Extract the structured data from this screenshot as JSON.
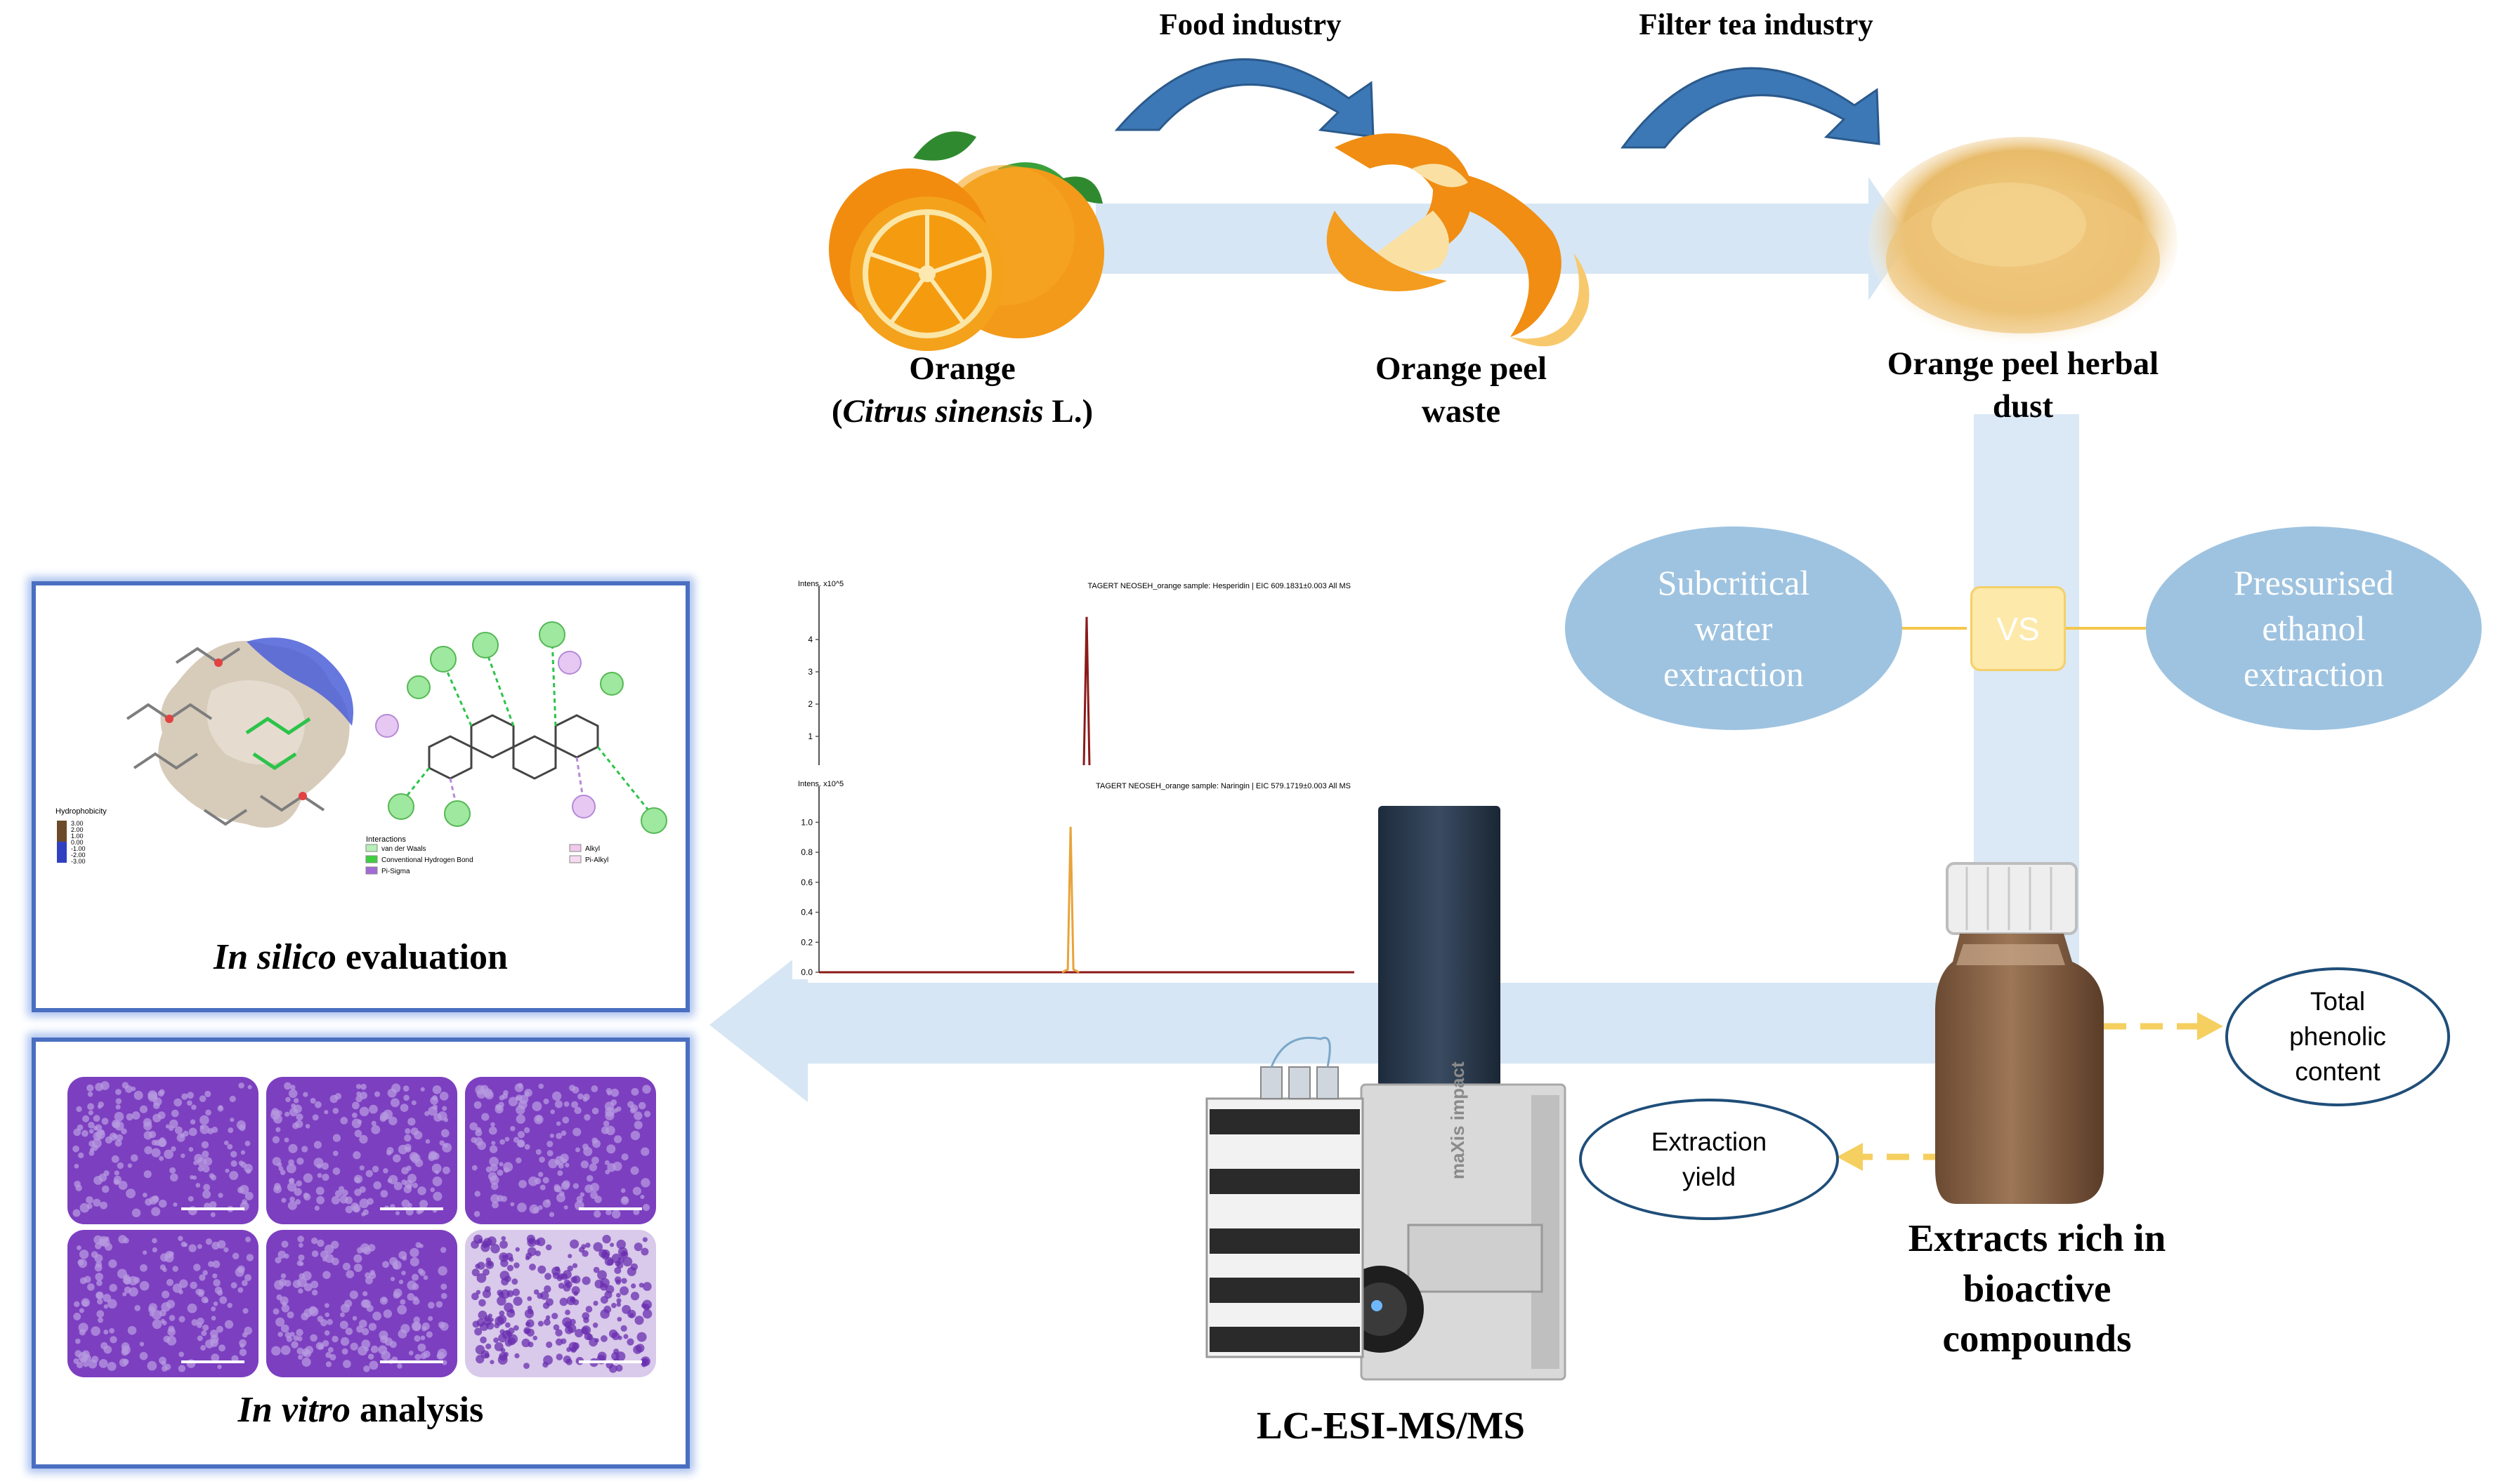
{
  "arrows": {
    "food_industry": "Food industry",
    "filter_tea_industry": "Filter tea industry"
  },
  "orange": {
    "line1": "Orange",
    "line2_open": "(",
    "line2_italic": "Citrus sinensis",
    "line2_close": " L.)"
  },
  "orange_peel_waste": {
    "line1": "Orange peel",
    "line2": "waste"
  },
  "orange_peel_dust": {
    "line1": "Orange peel herbal",
    "line2": "dust"
  },
  "extraction": {
    "subcritical": {
      "line1": "Subcritical",
      "line2": "water",
      "line3": "extraction"
    },
    "vs": "VS",
    "pressurised": {
      "line1": "Pressurised",
      "line2": "ethanol",
      "line3": "extraction"
    }
  },
  "extracts": {
    "line1": "Extracts rich in",
    "line2": "bioactive",
    "line3": "compounds"
  },
  "total_phenolic": {
    "line1": "Total",
    "line2": "phenolic",
    "line3": "content"
  },
  "extraction_yield": {
    "line1": "Extraction",
    "line2": "yield"
  },
  "instrument": {
    "label": "LC-ESI-MS/MS",
    "brand_text": "maXis impact"
  },
  "in_silico": {
    "italic": "In silico",
    "rest": " evaluation"
  },
  "in_vitro": {
    "italic": "In vitro",
    "rest": " analysis"
  },
  "docking": {
    "legend_title": "Hydrophobicity",
    "legend_ticks": [
      "3.00",
      "2.00",
      "1.00",
      "0.00",
      "-1.00",
      "-2.00",
      "-3.00"
    ],
    "interactions_title": "Interactions",
    "interactions": [
      "van der Waals",
      "Conventional Hydrogen Bond",
      "Pi-Sigma",
      "Alkyl",
      "Pi-Alkyl"
    ]
  },
  "colors": {
    "flow_arrow": "#d6e6f4",
    "blue_ellipse": "#9ec3e0",
    "curved_arrow": "#3d78b6",
    "dashed_arrow": "#f5cf5f",
    "panel_border": "#4a6fc1",
    "hesperidin_peak": "#8b1a1a",
    "naringin_peak": "#e8a33a"
  },
  "chart_data": [
    {
      "type": "line",
      "title": "TAGERT NEOSEH_orange sample: Hesperidin | EIC 609.1831±0.003 All MS",
      "ylabel": "Intens. x10^5",
      "yticks": [
        "1",
        "2",
        "3",
        "4"
      ],
      "ylim": [
        0,
        5
      ],
      "peak_x_fraction": 0.5,
      "peak_height": 4.7
    },
    {
      "type": "line",
      "title": "TAGERT NEOSEH_orange sample: Naringin | EIC 579.1719±0.003 All MS",
      "ylabel": "Intens. x10^5",
      "yticks": [
        "0.0",
        "0.2",
        "0.4",
        "0.6",
        "0.8",
        "1.0"
      ],
      "ylim": [
        0,
        1.1
      ],
      "peak_x_fraction": 0.47,
      "peak_height": 0.97
    }
  ]
}
